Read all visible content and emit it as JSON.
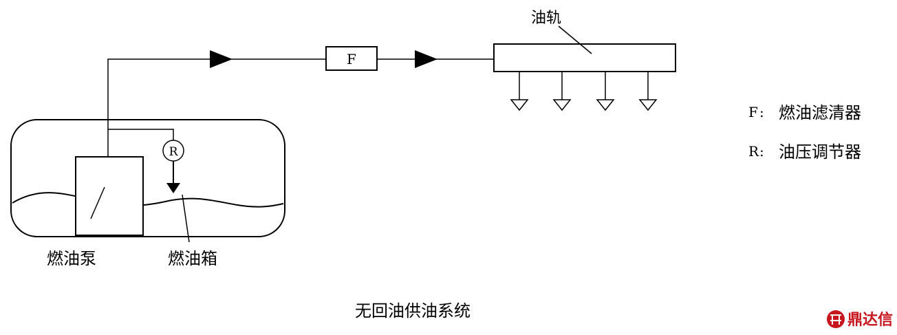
{
  "diagram": {
    "title": "无回油供油系统",
    "components": {
      "fuel_rail": "油轨",
      "filter": "F",
      "regulator": "R",
      "fuel_pump": "燃油泵",
      "fuel_tank": "燃油箱"
    },
    "legend": [
      {
        "key": "F",
        "sep": ":",
        "text": "燃油滤清器"
      },
      {
        "key": "R",
        "sep": ":",
        "text": "油压调节器"
      }
    ]
  },
  "watermark": {
    "text": "鼎达信",
    "color": "#c8161e"
  }
}
